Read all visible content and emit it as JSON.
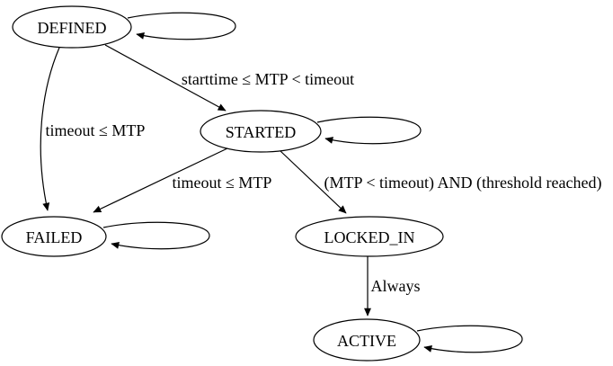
{
  "diagram": {
    "kind": "state-machine",
    "colors": {
      "stroke": "#000000",
      "background": "#ffffff",
      "text": "#000000"
    },
    "nodes": [
      {
        "id": "DEFINED",
        "label": "DEFINED",
        "shape": "ellipse",
        "self_loop": true
      },
      {
        "id": "STARTED",
        "label": "STARTED",
        "shape": "ellipse",
        "self_loop": true
      },
      {
        "id": "FAILED",
        "label": "FAILED",
        "shape": "ellipse",
        "self_loop": true
      },
      {
        "id": "LOCKED_IN",
        "label": "LOCKED_IN",
        "shape": "ellipse",
        "self_loop": false
      },
      {
        "id": "ACTIVE",
        "label": "ACTIVE",
        "shape": "ellipse",
        "self_loop": true
      }
    ],
    "edges": [
      {
        "from": "DEFINED",
        "to": "STARTED",
        "label": "starttime ≤ MTP < timeout"
      },
      {
        "from": "DEFINED",
        "to": "FAILED",
        "label": "timeout ≤ MTP"
      },
      {
        "from": "STARTED",
        "to": "FAILED",
        "label": "timeout ≤ MTP"
      },
      {
        "from": "STARTED",
        "to": "LOCKED_IN",
        "label": "(MTP < timeout) AND (threshold reached)"
      },
      {
        "from": "LOCKED_IN",
        "to": "ACTIVE",
        "label": "Always"
      }
    ]
  }
}
